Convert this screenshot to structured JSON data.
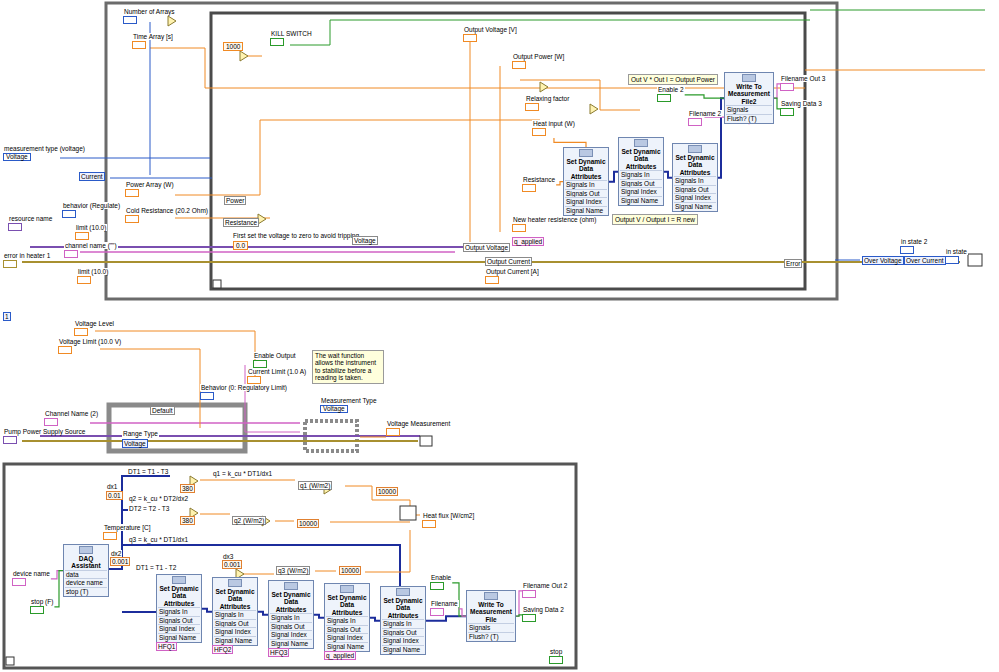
{
  "diagram": {
    "nodes": [
      {
        "text": [
          "Number of Arrays"
        ]
      },
      {
        "text": [
          "Time Array [s]"
        ]
      },
      {
        "text": [
          "1000"
        ]
      },
      {
        "text": [
          "KILL SWITCH"
        ]
      },
      {
        "text": [
          "Output Voltage [V]"
        ]
      },
      {
        "text": [
          "Output Power [W]"
        ]
      },
      {
        "text": [
          "Relaxing factor"
        ]
      },
      {
        "text": [
          "Heat input (W)"
        ]
      },
      {
        "text": [
          "Set Dynamic Data Attributes",
          "Signals In",
          "Signals Out",
          "Signal Index",
          "Signal Name"
        ]
      },
      {
        "text": [
          "Set Dynamic Data Attributes",
          "Signals In",
          "Signals Out",
          "Signal Index",
          "Signal Name"
        ]
      },
      {
        "text": [
          "Set Dynamic Data Attributes",
          "Signals In",
          "Signals Out",
          "Signal Index",
          "Signal Name"
        ]
      },
      {
        "text": [
          "Write To Measurement File2",
          "Signals",
          "Flush? (T)"
        ]
      },
      {
        "text": [
          "Enable 2"
        ]
      },
      {
        "text": [
          "Filename 2"
        ]
      },
      {
        "text": [
          "Filename Out 3"
        ]
      },
      {
        "text": [
          "Saving Data 3"
        ]
      },
      {
        "text": [
          "Resistance"
        ]
      },
      {
        "text": [
          "New heater resistence (ohm)"
        ]
      },
      {
        "text": [
          "Out V * Out I = Output Power"
        ]
      },
      {
        "text": [
          "Output V / Output I = R new"
        ]
      },
      {
        "text": [
          "measurement type (voltage)",
          "Voltage"
        ]
      },
      {
        "text": [
          "Power Array (W)"
        ]
      },
      {
        "text": [
          "Cold Resistance (20.2 Ohm)"
        ]
      },
      {
        "text": [
          "resource name"
        ]
      },
      {
        "text": [
          "behavior (Regulate)"
        ]
      },
      {
        "text": [
          "limit (10.0)"
        ]
      },
      {
        "text": [
          "channel name (\"\")"
        ]
      },
      {
        "text": [
          "error in heater 1"
        ]
      },
      {
        "text": [
          "limit (10.0)"
        ]
      },
      {
        "text": [
          "0.0"
        ]
      },
      {
        "text": [
          "Output Current [A]"
        ]
      },
      {
        "text": [
          "in state 2"
        ]
      },
      {
        "text": [
          "in state"
        ]
      },
      {
        "text": [
          "Voltage Level"
        ]
      },
      {
        "text": [
          "Voltage Limit (10.0 V)"
        ]
      },
      {
        "text": [
          "Enable Output"
        ]
      },
      {
        "text": [
          "Current Limit (1.0 A)"
        ]
      },
      {
        "text": [
          "Behavior (0: Regulatory Limit)"
        ]
      },
      {
        "text": [
          "The wait function allows the instrument to stabilize before a reading is taken."
        ]
      },
      {
        "text": [
          "Measurement Type",
          "Voltage"
        ]
      },
      {
        "text": [
          "Voltage Measurement"
        ]
      },
      {
        "text": [
          "Channel Name (2)"
        ]
      },
      {
        "text": [
          "Pump Power Supply Source"
        ]
      },
      {
        "text": [
          "device name"
        ]
      },
      {
        "text": [
          "DAQ Assistant",
          "data",
          "device name",
          "stop (T)"
        ]
      },
      {
        "text": [
          "stop (F)"
        ]
      },
      {
        "text": [
          "Set Dynamic Data Attributes",
          "Signals In",
          "Signals Out",
          "Signal Index",
          "Signal Name"
        ]
      },
      {
        "text": [
          "Set Dynamic Data Attributes",
          "Signals In",
          "Signals Out",
          "Signal Index",
          "Signal Name"
        ]
      },
      {
        "text": [
          "Set Dynamic Data Attributes",
          "Signals In",
          "Signals Out",
          "Signal Index",
          "Signal Name"
        ]
      },
      {
        "text": [
          "Set Dynamic Data Attributes",
          "Signals In",
          "Signals Out",
          "Signal Index",
          "Signal Name"
        ]
      },
      {
        "text": [
          "Set Dynamic Data Attributes",
          "Signals In",
          "Signals Out",
          "Signal Index",
          "Signal Name"
        ]
      },
      {
        "text": [
          "Write To Measurement File",
          "Signals",
          "Flush? (T)"
        ]
      },
      {
        "text": [
          "Enable"
        ]
      },
      {
        "text": [
          "Filename"
        ]
      },
      {
        "text": [
          "Filename Out 2"
        ]
      },
      {
        "text": [
          "Saving Data 2"
        ]
      },
      {
        "text": [
          "Heat flux [W/cm2]"
        ]
      },
      {
        "text": [
          "Temperature [C]"
        ]
      },
      {
        "text": [
          "stop"
        ]
      }
    ],
    "edges": [
      {
        "from": 8,
        "to": 9,
        "arrow": "none"
      },
      {
        "from": 9,
        "to": 10,
        "arrow": "none"
      },
      {
        "from": 10,
        "to": 11,
        "arrow": "none"
      },
      {
        "from": 12,
        "to": 11,
        "arrow": "none"
      },
      {
        "from": 13,
        "to": 11,
        "arrow": "none"
      },
      {
        "from": 11,
        "to": 14,
        "arrow": "none"
      },
      {
        "from": 11,
        "to": 15,
        "arrow": "none"
      },
      {
        "from": 7,
        "to": 8,
        "arrow": "none"
      },
      {
        "from": 43,
        "to": 44,
        "arrow": "none"
      },
      {
        "from": 45,
        "to": 44,
        "arrow": "none"
      },
      {
        "from": 46,
        "to": 47,
        "arrow": "none"
      },
      {
        "from": 47,
        "to": 48,
        "arrow": "none"
      },
      {
        "from": 48,
        "to": 49,
        "arrow": "none"
      },
      {
        "from": 49,
        "to": 50,
        "arrow": "none"
      },
      {
        "from": 50,
        "to": 51,
        "arrow": "none"
      },
      {
        "from": 52,
        "to": 51,
        "arrow": "none"
      },
      {
        "from": 53,
        "to": 51,
        "arrow": "none"
      },
      {
        "from": 51,
        "to": 54,
        "arrow": "none"
      },
      {
        "from": 51,
        "to": 55,
        "arrow": "none"
      },
      {
        "from": 16,
        "to": 8,
        "arrow": "none"
      }
    ],
    "labels": [
      "Current",
      "Power",
      "Resistance",
      "First set the voltage to zero to avoid tripping",
      "Voltage",
      "q_applied",
      "Output Voltage",
      "Output Current",
      "Error",
      "Over Voltage",
      "Over Current",
      "1",
      "Default",
      "Range Type",
      "Voltage",
      "DT1 = T1 - T3",
      "q1 = k_cu * DT1/dx1",
      "dx1",
      "0.01",
      "380",
      "q1 (W/m2)",
      "10000",
      "q2 = k_cu * DT2/dx2",
      "DT2 = T2 - T3",
      "380",
      "q2 (W/m2)",
      "10000",
      "q3 = k_cu * DT1/dx1",
      "dx2",
      "0.001",
      "DT1 = T1 - T2",
      "dx3",
      "0.001",
      "q3 (W/m2)",
      "10000",
      "HFQ1",
      "HFQ2",
      "HFQ3",
      "q_applied"
    ]
  }
}
